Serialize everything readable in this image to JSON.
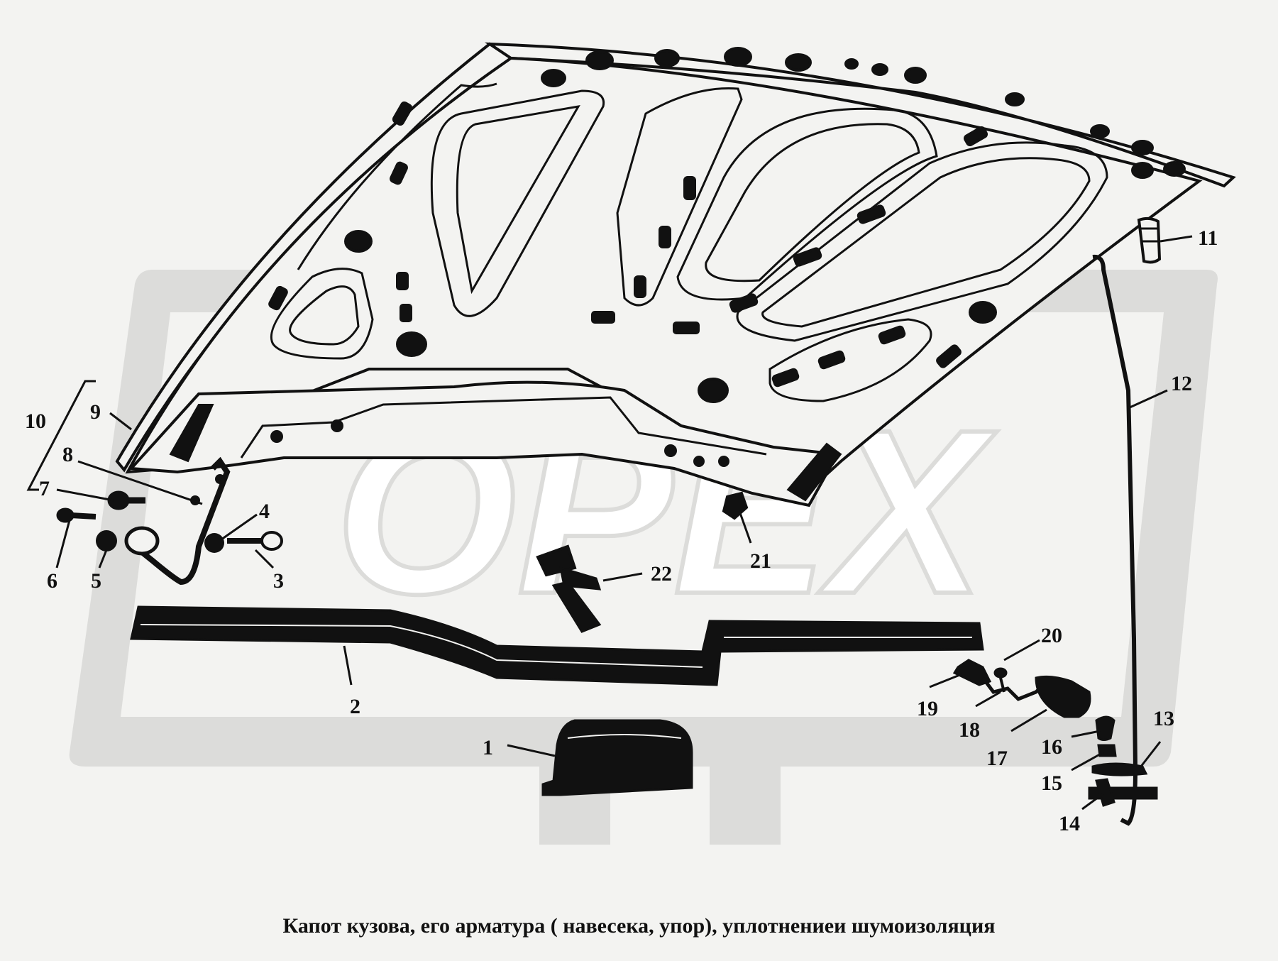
{
  "watermark": {
    "text": "ОРЕХ",
    "color": "#dcdcda"
  },
  "caption": "Капот кузова, его арматура ( навесека, упор), уплотнениеи шумоизоляция",
  "callouts": [
    {
      "num": "1"
    },
    {
      "num": "2"
    },
    {
      "num": "3"
    },
    {
      "num": "4"
    },
    {
      "num": "5"
    },
    {
      "num": "6"
    },
    {
      "num": "7"
    },
    {
      "num": "8"
    },
    {
      "num": "9"
    },
    {
      "num": "10"
    },
    {
      "num": "11"
    },
    {
      "num": "12"
    },
    {
      "num": "13"
    },
    {
      "num": "14"
    },
    {
      "num": "15"
    },
    {
      "num": "16"
    },
    {
      "num": "17"
    },
    {
      "num": "18"
    },
    {
      "num": "19"
    },
    {
      "num": "20"
    },
    {
      "num": "21"
    },
    {
      "num": "22"
    }
  ]
}
